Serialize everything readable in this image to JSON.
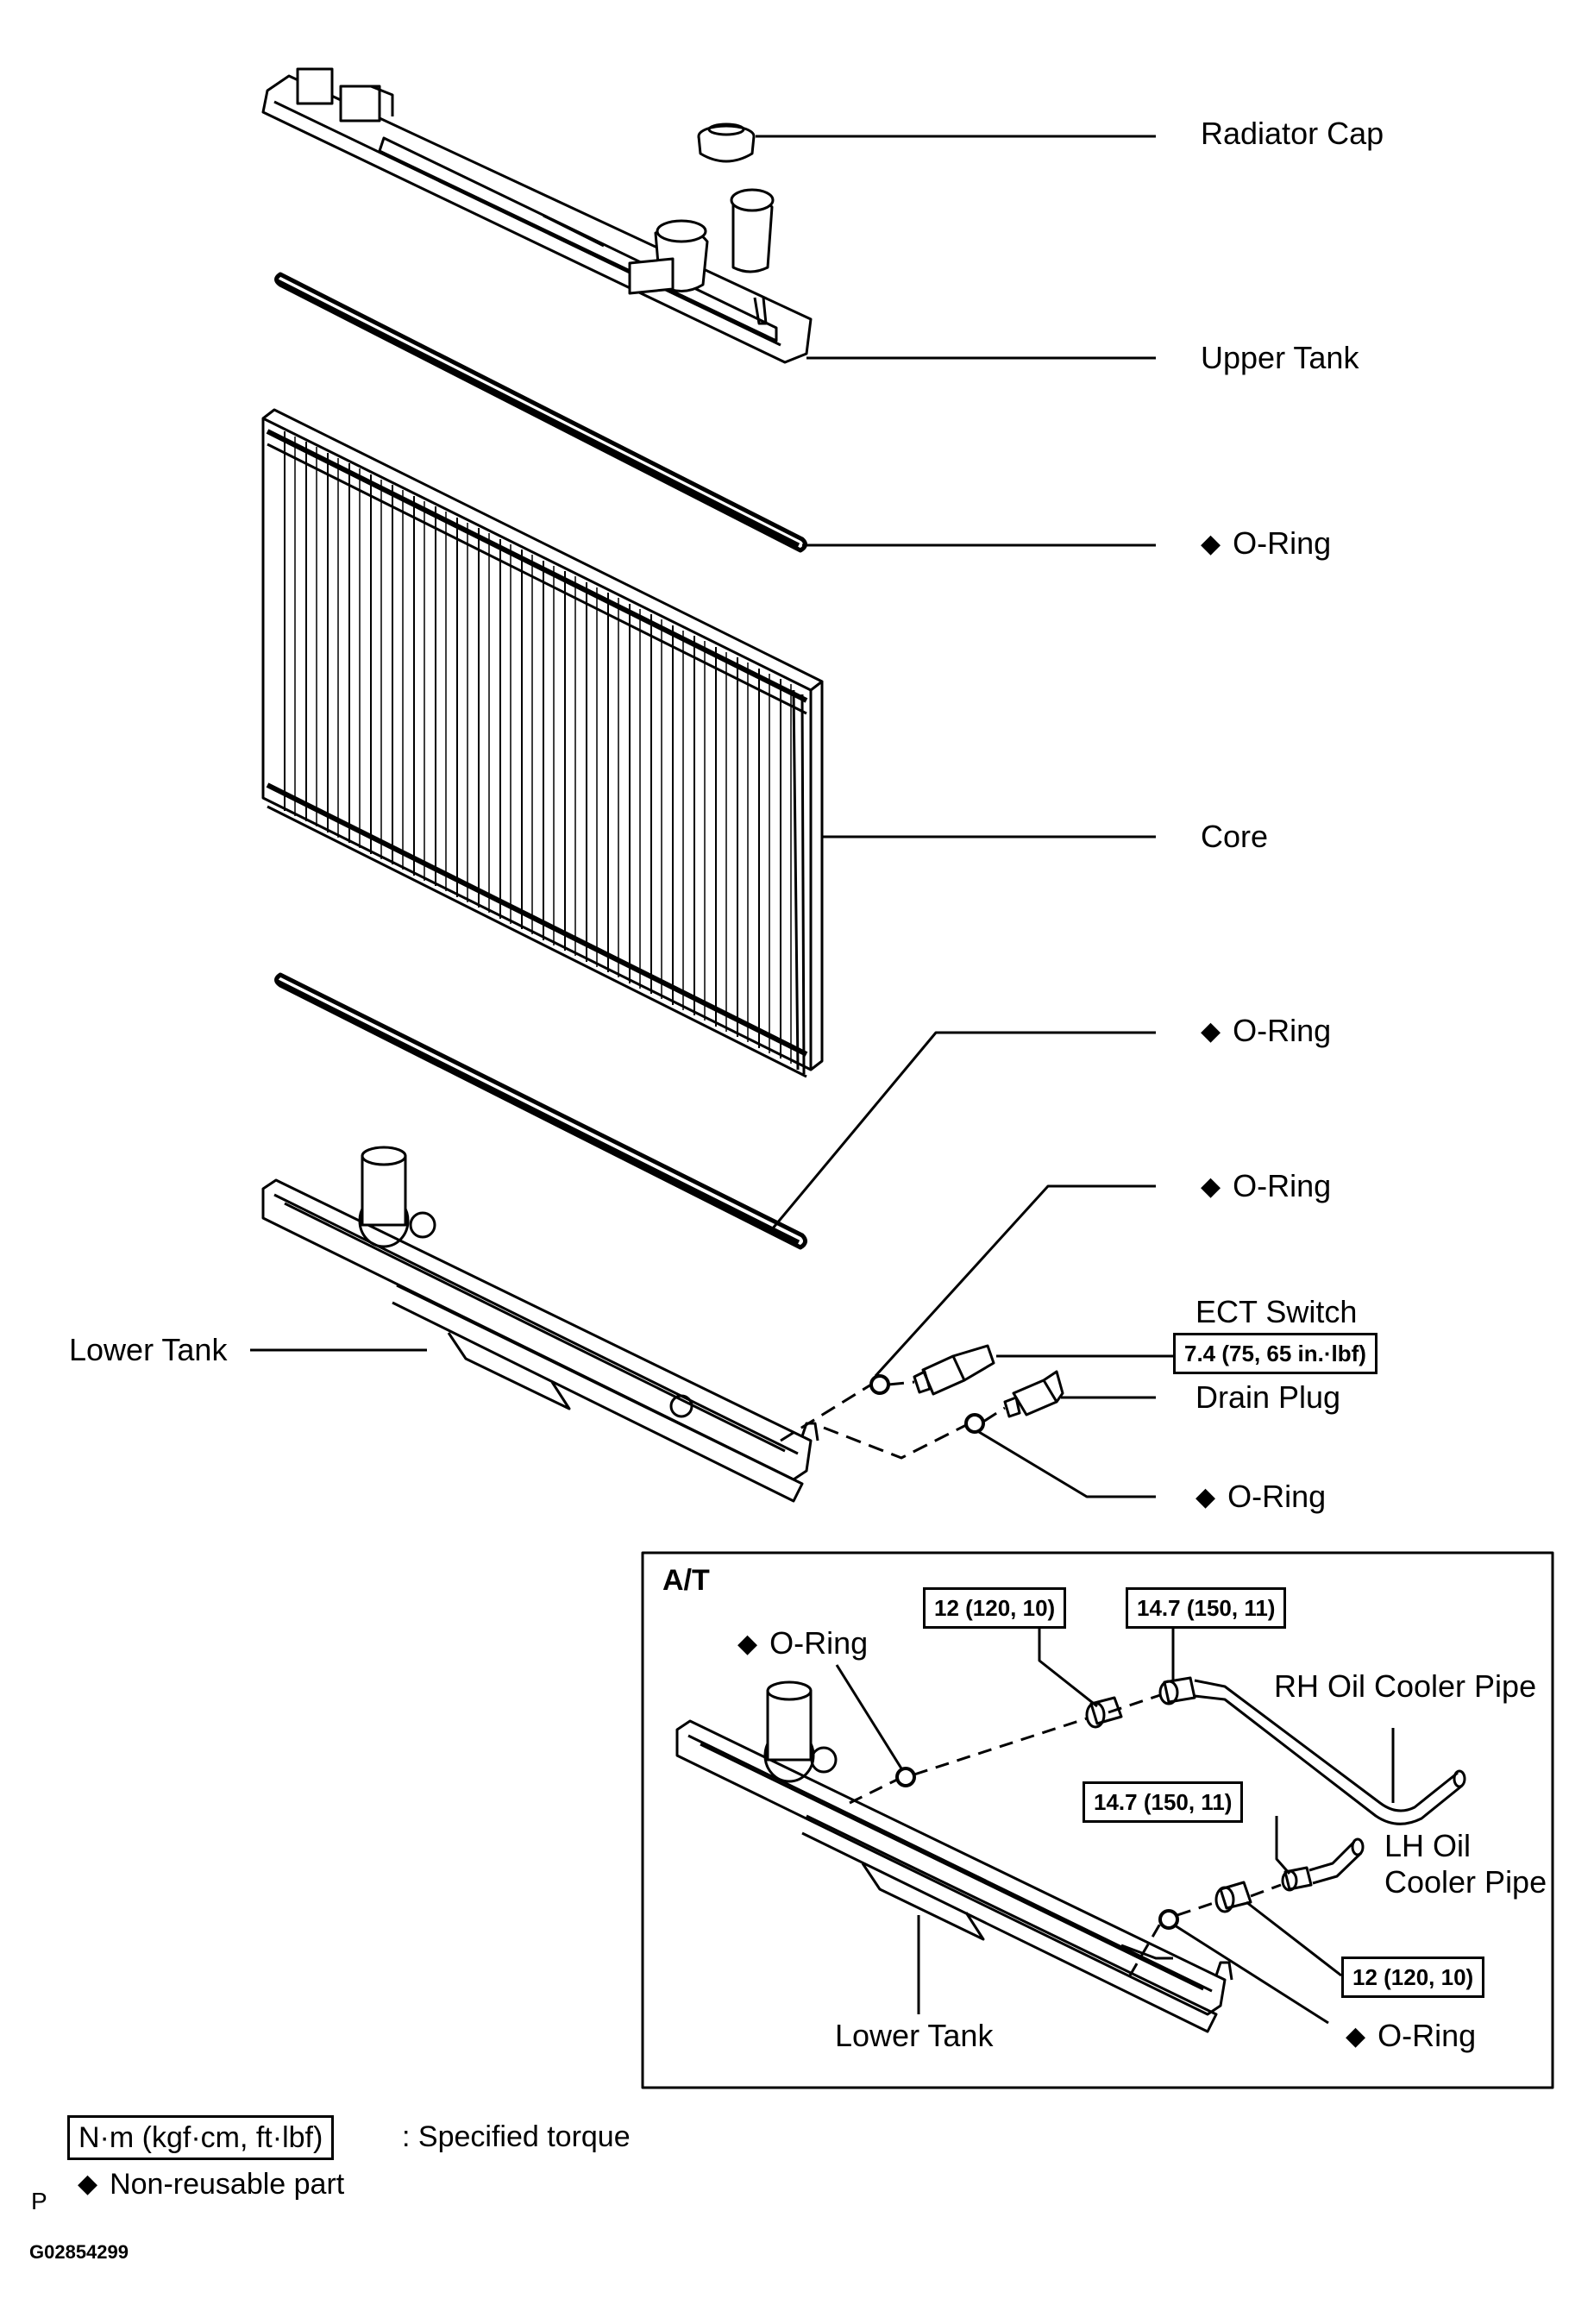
{
  "labels": {
    "radiator_cap": "Radiator Cap",
    "upper_tank": "Upper Tank",
    "oring_1": "O-Ring",
    "core": "Core",
    "oring_2": "O-Ring",
    "oring_3": "O-Ring",
    "ect_switch": "ECT Switch",
    "lower_tank": "Lower Tank",
    "drain_plug": "Drain Plug",
    "oring_4": "O-Ring"
  },
  "torque": {
    "ect_switch": "7.4 (75, 65 in.·lbf)"
  },
  "inset": {
    "title": "A/T",
    "oring_top": "O-Ring",
    "torque_top_left": "12 (120, 10)",
    "torque_top_right": "14.7 (150, 11)",
    "rh_pipe": "RH Oil Cooler Pipe",
    "torque_mid": "14.7 (150, 11)",
    "lh_pipe_line1": "LH Oil",
    "lh_pipe_line2": "Cooler Pipe",
    "torque_bottom": "12 (120, 10)",
    "lower_tank": "Lower Tank",
    "oring_bottom": "O-Ring"
  },
  "legend": {
    "torque_box": "N·m (kgf·cm, ft·lbf)",
    "torque_desc": ": Specified torque",
    "nonreusable_desc": "Non-reusable part",
    "marker": "P",
    "code": "G02854299"
  },
  "symbols": {
    "non_reusable": "◆"
  }
}
